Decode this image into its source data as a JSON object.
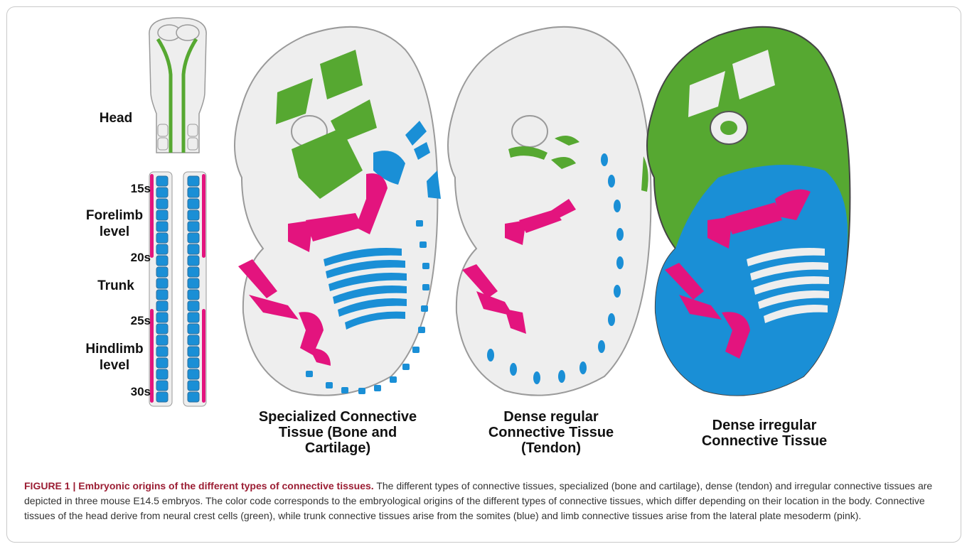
{
  "labels": {
    "head": "Head",
    "forelimb": "Forelimb level",
    "trunk": "Trunk",
    "hindlimb": "Hindlimb level",
    "s15": "15s",
    "s20": "20s",
    "s25": "25s",
    "s30": "30s"
  },
  "panels": {
    "specialized": "Specialized Connective Tissue (Bone and Cartilage)",
    "dense_regular": "Dense regular Connective Tissue (Tendon)",
    "dense_irregular": "Dense irregular Connective Tissue"
  },
  "caption": {
    "figure_label": "FIGURE 1 | Embryonic origins of the different types of connective tissues.",
    "body": " The different types of connective tissues, specialized (bone and cartilage), dense (tendon) and irregular connective tissues are depicted in three mouse E14.5 embryos. The color code corresponds to the embryological origins of the different types of connective tissues, which differ depending on their location in the body. Connective tissues of the head derive from neural crest cells (green), while trunk connective tissues arise from the somites (blue) and limb connective tissues arise from the lateral plate mesoderm (pink)."
  },
  "colors": {
    "neural_crest_green": "#56a831",
    "somite_blue": "#1a8fd6",
    "lateral_plate_pink": "#e3147e",
    "embryo_fill": "#eeeeee",
    "outline": "#9a9a9a"
  }
}
